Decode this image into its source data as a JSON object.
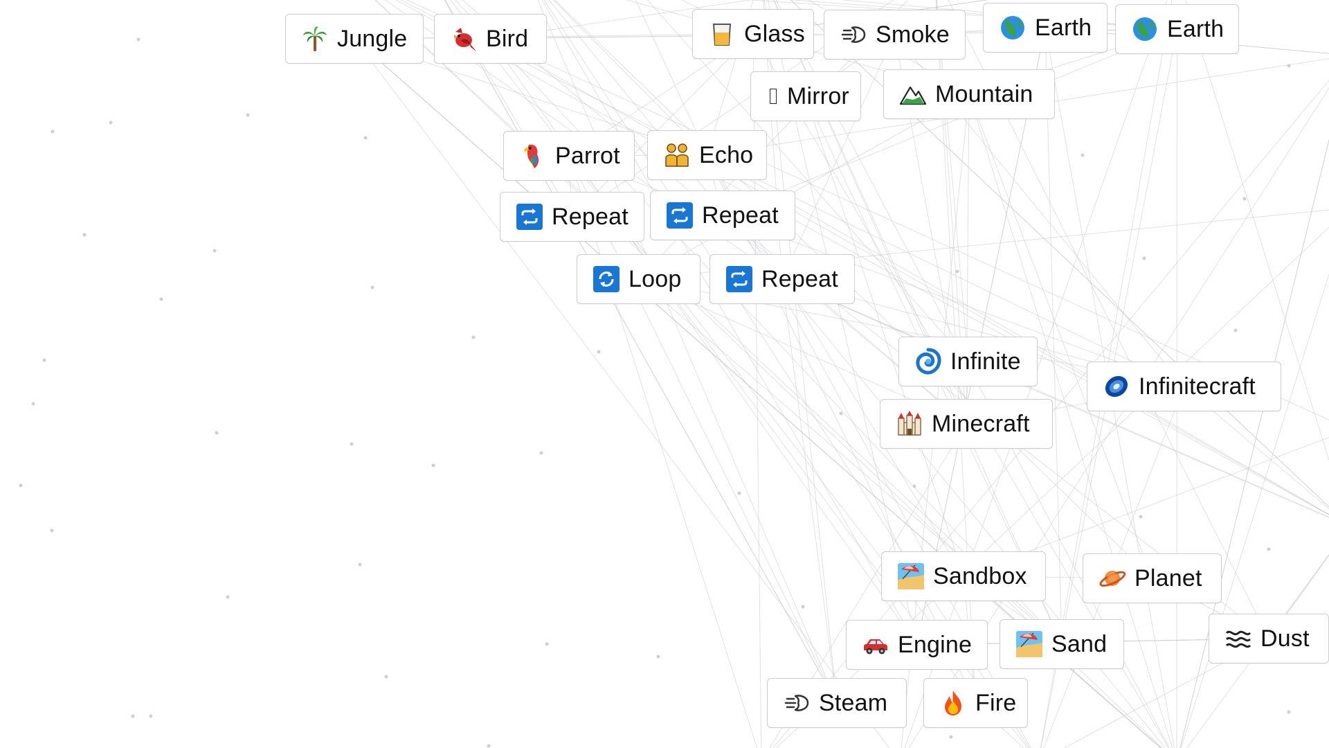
{
  "board": {
    "name": "Infinite Craft crafting canvas",
    "background": "#ffffff",
    "line_color": "#c9c9c9"
  },
  "elements": [
    {
      "id": "jungle",
      "label": "Jungle",
      "icon": "palm-tree-icon"
    },
    {
      "id": "bird",
      "label": "Bird",
      "icon": "bird-icon"
    },
    {
      "id": "glass",
      "label": "Glass",
      "icon": "glass-icon"
    },
    {
      "id": "smoke",
      "label": "Smoke",
      "icon": "smoke-icon"
    },
    {
      "id": "earth-1",
      "label": "Earth",
      "icon": "globe-icon"
    },
    {
      "id": "earth-2",
      "label": "Earth",
      "icon": "globe-icon"
    },
    {
      "id": "mirror",
      "label": "Mirror",
      "icon": "missing-glyph-icon"
    },
    {
      "id": "mountain",
      "label": "Mountain",
      "icon": "mountain-icon"
    },
    {
      "id": "parrot",
      "label": "Parrot",
      "icon": "parrot-icon"
    },
    {
      "id": "echo",
      "label": "Echo",
      "icon": "people-icon"
    },
    {
      "id": "repeat-1",
      "label": "Repeat",
      "icon": "repeat-icon"
    },
    {
      "id": "repeat-2",
      "label": "Repeat",
      "icon": "repeat-icon"
    },
    {
      "id": "loop",
      "label": "Loop",
      "icon": "loop-icon"
    },
    {
      "id": "repeat-3",
      "label": "Repeat",
      "icon": "repeat-icon"
    },
    {
      "id": "infinite",
      "label": "Infinite",
      "icon": "cyclone-icon"
    },
    {
      "id": "infinitecraft",
      "label": "Infinitecraft",
      "icon": "galaxy-icon"
    },
    {
      "id": "minecraft",
      "label": "Minecraft",
      "icon": "castle-icon"
    },
    {
      "id": "sandbox",
      "label": "Sandbox",
      "icon": "beach-icon"
    },
    {
      "id": "planet",
      "label": "Planet",
      "icon": "saturn-icon"
    },
    {
      "id": "engine",
      "label": "Engine",
      "icon": "car-icon"
    },
    {
      "id": "sand",
      "label": "Sand",
      "icon": "beach-icon"
    },
    {
      "id": "dust",
      "label": "Dust",
      "icon": "wave-icon"
    },
    {
      "id": "steam",
      "label": "Steam",
      "icon": "smoke-icon"
    },
    {
      "id": "fire",
      "label": "Fire",
      "icon": "fire-icon"
    }
  ]
}
